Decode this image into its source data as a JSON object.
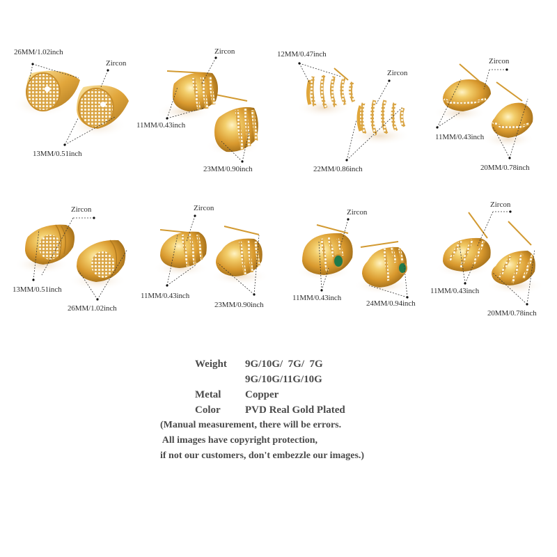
{
  "colors": {
    "background": "#ffffff",
    "gold_light": "#f6d98a",
    "gold_mid": "#e0a93a",
    "gold_dark": "#a8741c",
    "text": "#2e2e2e",
    "spec_text": "#4a4a4a",
    "emerald": "#1f7a4a"
  },
  "products": [
    {
      "style": "pave-star",
      "labels": {
        "zircon": "Zircon",
        "size_a": "26MM/1.02inch",
        "size_b": "13MM/0.51inch"
      }
    },
    {
      "style": "half-band",
      "labels": {
        "zircon": "Zircon",
        "size_a": "11MM/0.43inch",
        "size_b": "23MM/0.90inch"
      }
    },
    {
      "style": "cage",
      "labels": {
        "zircon": "Zircon",
        "size_a": "12MM/0.47inch",
        "size_b": "22MM/0.86inch"
      }
    },
    {
      "style": "single-band",
      "labels": {
        "zircon": "Zircon",
        "size_a": "11MM/0.43inch",
        "size_b": "20MM/0.78inch"
      }
    },
    {
      "style": "pave-oval",
      "labels": {
        "zircon": "Zircon",
        "size_a": "13MM/0.51inch",
        "size_b": "26MM/1.02inch"
      }
    },
    {
      "style": "triple-band",
      "labels": {
        "zircon": "Zircon",
        "size_a": "11MM/0.43inch",
        "size_b": "23MM/0.90inch"
      }
    },
    {
      "style": "emerald-band",
      "labels": {
        "zircon": "Zircon",
        "size_a": "11MM/0.43inch",
        "size_b": "24MM/0.94inch"
      }
    },
    {
      "style": "diagonal-stripe",
      "labels": {
        "zircon": "Zircon",
        "size_a": "11MM/0.43inch",
        "size_b": "20MM/0.78inch"
      }
    }
  ],
  "specs": {
    "weight_label": "Weight",
    "weight_line1": "9G/10G/  7G/  7G",
    "weight_line2": "9G/10G/11G/10G",
    "metal_label": "Metal",
    "metal_value": "Copper",
    "color_label": "Color",
    "color_value": "PVD Real Gold Plated"
  },
  "notes": {
    "line1": "(Manual measurement, there will be errors.",
    "line2": " All images have copyright protection,",
    "line3": "if not our customers, don't embezzle our images.)"
  }
}
